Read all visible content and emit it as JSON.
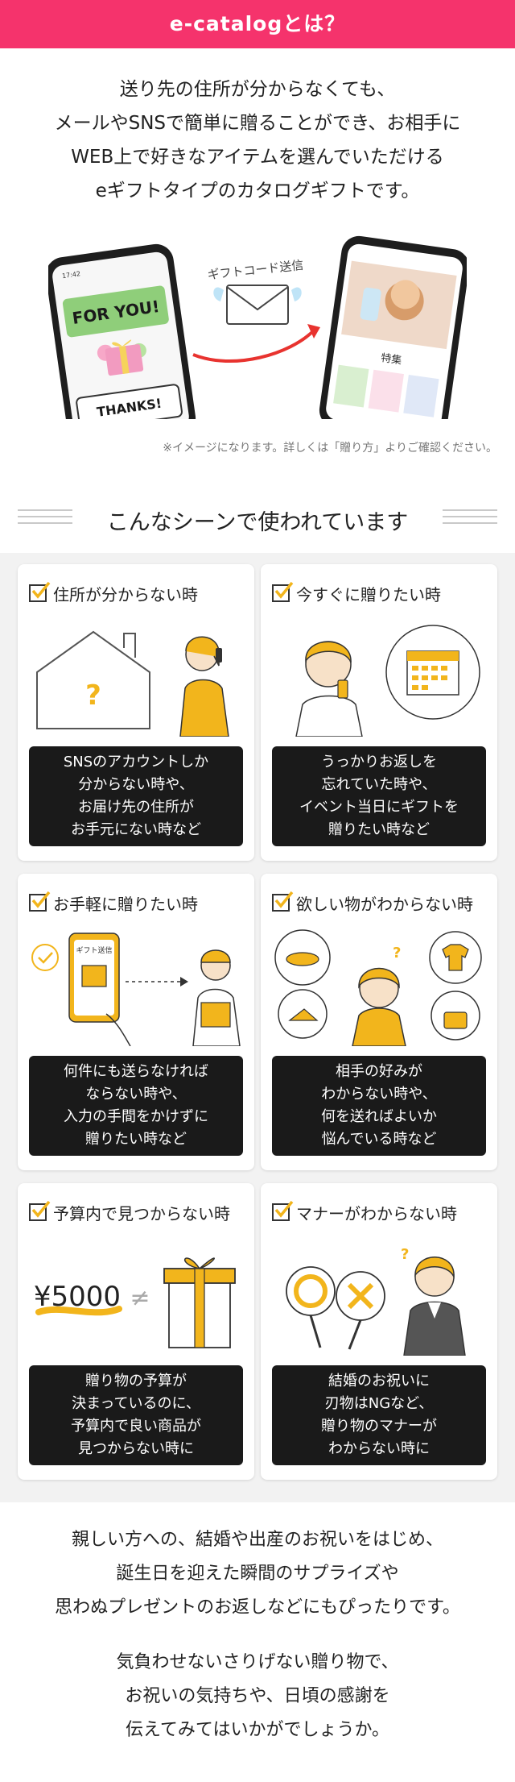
{
  "header": {
    "title": "e-catalogとは？"
  },
  "intro": {
    "lines": [
      "送り先の住所が分からなくても、",
      "メールやSNSで簡単に贈ることができ、お相手に",
      "WEB上で好きなアイテムを選んでいただける",
      "eギフトタイプのカタログギフトです。"
    ]
  },
  "illustration": {
    "phone_left_card_top": "FOR YOU!",
    "phone_left_card_bottom": "THANKS!",
    "send_label": "ギフトコード送信",
    "phone_right_category": "特集",
    "status_time": "17:42",
    "arrow_color": "#e8332f"
  },
  "note": "※イメージになります。詳しくは「贈り方」よりご確認ください。",
  "scenes": {
    "title": "こんなシーンで使われています",
    "items": [
      {
        "title": "住所が分からない時",
        "caption": "SNSのアカウントしか\n分からない時や、\nお届け先の住所が\nお手元にない時など"
      },
      {
        "title": "今すぐに贈りたい時",
        "caption": "うっかりお返しを\n忘れていた時や、\nイベント当日にギフトを\n贈りたい時など"
      },
      {
        "title": "お手軽に贈りたい時",
        "caption": "何件にも送らなければ\nならない時や、\n入力の手間をかけずに\n贈りたい時など",
        "phone_label": "ギフト送信"
      },
      {
        "title": "欲しい物がわからない時",
        "caption": "相手の好みが\nわからない時や、\n何を送ればよいか\n悩んでいる時など"
      },
      {
        "title": "予算内で見つからない時",
        "caption": "贈り物の予算が\n決まっているのに、\n予算内で良い商品が\n見つからない時に",
        "price": "¥5000",
        "not_equal": "≠"
      },
      {
        "title": "マナーがわからない時",
        "caption": "結婚のお祝いに\n刃物はNGなど、\n贈り物のマナーが\nわからない時に"
      }
    ]
  },
  "outro": {
    "paragraph1": [
      "親しい方への、結婚や出産のお祝いをはじめ、",
      "誕生日を迎えた瞬間のサプライズや",
      "思わぬプレゼントのお返しなどにもぴったりです。"
    ],
    "paragraph2": [
      "気負わせないさりげない贈り物で、",
      "お祝いの気持ちや、日頃の感謝を",
      "伝えてみてはいかがでしょうか。"
    ]
  },
  "colors": {
    "accent": "#f5336c",
    "yellow": "#f2b51c",
    "caption_bg": "#1a1a1a"
  }
}
